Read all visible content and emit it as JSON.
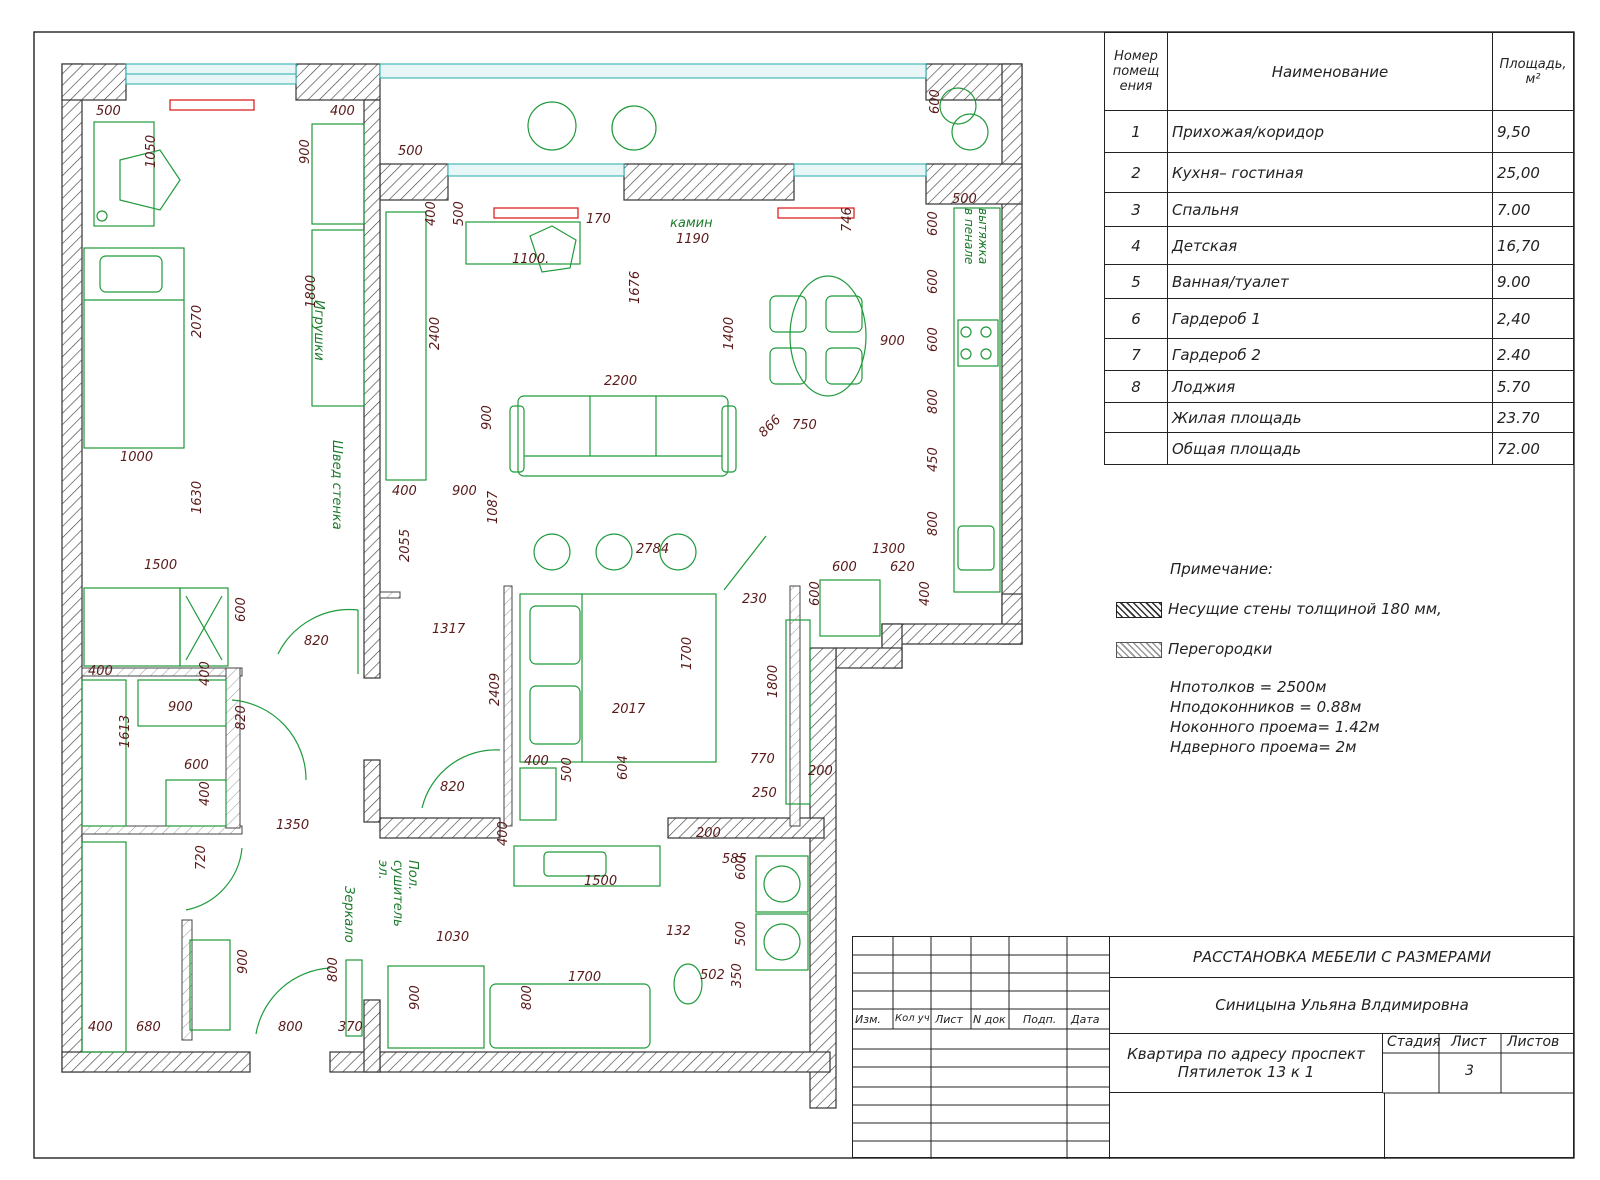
{
  "rooms_table": {
    "headers": {
      "num": "Номер помещ ения",
      "name": "Наименование",
      "area": "Площадь, м²"
    },
    "rows": [
      {
        "num": "1",
        "name": "Прихожая/коридор",
        "area": "9,50"
      },
      {
        "num": "2",
        "name": "Кухня– гостиная",
        "area": "25,00"
      },
      {
        "num": "3",
        "name": "Спальня",
        "area": "7.00"
      },
      {
        "num": "4",
        "name": "Детская",
        "area": "16,70"
      },
      {
        "num": "5",
        "name": "Ванная/туалет",
        "area": "9.00"
      },
      {
        "num": "6",
        "name": "Гардероб 1",
        "area": "2,40"
      },
      {
        "num": "7",
        "name": "Гардероб 2",
        "area": "2.40"
      },
      {
        "num": "8",
        "name": "Лоджия",
        "area": "5.70"
      },
      {
        "num": "",
        "name": "Жилая площадь",
        "area": "23.70"
      },
      {
        "num": "",
        "name": "Общая площадь",
        "area": "72.00"
      }
    ]
  },
  "notes": {
    "title": "Примечание:",
    "legend_bearing": "Несущие стены толщиной 180 мм,",
    "legend_partition": "Перегородки",
    "h_ceiling": "Hпотолков = 2500м",
    "h_sill": "Hподоконников = 0.88м",
    "h_window": "Hоконного проема= 1.42м",
    "h_door": "Hдверного проема= 2м"
  },
  "title_block": {
    "drawing_title": "РАССТАНОВКА МЕБЕЛИ С РАЗМЕРАМИ",
    "author": "Синицына Ульяна Влдимировна",
    "project": "Квартира по адресу проспект Пятилеток 13 к 1",
    "col_izm": "Изм.",
    "col_kol": "Кол уч",
    "col_list": "Лист",
    "col_ndoc": "N док",
    "col_podp": "Подп.",
    "col_data": "Дата",
    "stage_label": "Стадия",
    "sheet_label": "Лист",
    "sheets_label": "Листов",
    "sheet_value": "3"
  },
  "plan_labels": {
    "toys": "Игрушки",
    "wall_bars": "Швед стенка",
    "fireplace": "камин",
    "mirror": "Зеркало",
    "towel_dryer": "Пол. сушитель эл.",
    "hood": "вытяжка в пенале"
  },
  "dimensions": [
    "500",
    "400",
    "1050",
    "900",
    "2070",
    "1800",
    "1000",
    "1630",
    "1500",
    "600",
    "820",
    "400",
    "400",
    "900",
    "820",
    "1613",
    "600",
    "400",
    "1350",
    "720",
    "900",
    "400",
    "680",
    "800",
    "370",
    "800",
    "500",
    "400",
    "500",
    "170",
    "1100.",
    "2400",
    "1190",
    "746",
    "1676",
    "600",
    "600",
    "900",
    "1400",
    "600",
    "2200",
    "900",
    "866",
    "750",
    "800",
    "400",
    "900",
    "1087",
    "2055",
    "450",
    "2784",
    "1300",
    "600",
    "620",
    "800",
    "600",
    "400",
    "1317",
    "230",
    "1700",
    "2409",
    "2017",
    "1800",
    "604",
    "500",
    "400",
    "770",
    "200",
    "250",
    "820",
    "200",
    "585",
    "400",
    "1500",
    "600",
    "1030",
    "132",
    "500",
    "502",
    "900",
    "1700",
    "800",
    "350",
    "600",
    "500"
  ]
}
